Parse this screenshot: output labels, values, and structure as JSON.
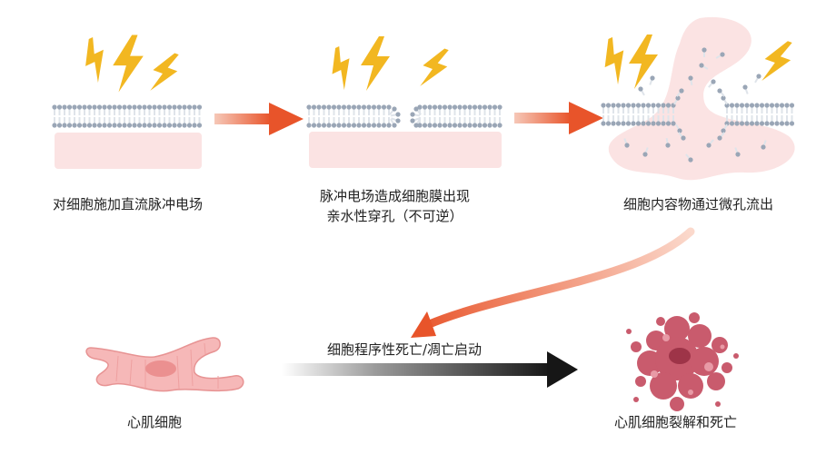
{
  "steps": {
    "step1": {
      "label": "对细胞施加直流脉冲电场"
    },
    "step2": {
      "line1": "脉冲电场造成细胞膜出现",
      "line2": "亲水性穿孔（不可逆）"
    },
    "step3": {
      "label": "细胞内容物通过微孔流出"
    }
  },
  "bottom": {
    "cell_label": "心肌细胞",
    "arrow_label": "细胞程序性死亡/凋亡启动",
    "result_label": "心肌细胞裂解和死亡"
  },
  "colors": {
    "bolt": "#f2b721",
    "membrane_head": "#9aa6b6",
    "membrane_tail": "#dfe4ea",
    "cytoplasm": "#fbe3e3",
    "arrow_orange": "#e8542a",
    "arrow_dark": "#1f1f1f",
    "cardiac_cell": "#f4a9a9",
    "dead_cell": "#b5495b"
  },
  "icons": [
    "lightning-bolt-icon",
    "orange-arrow-icon",
    "curved-arrow-icon",
    "dark-arrow-icon"
  ]
}
